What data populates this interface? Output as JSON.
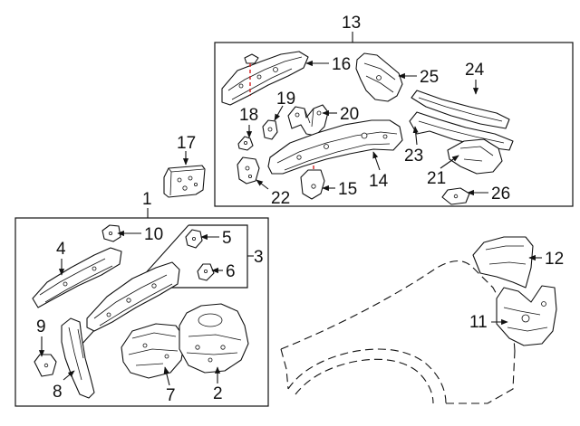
{
  "diagram": {
    "callouts": {
      "c1": "1",
      "c2": "2",
      "c3": "3",
      "c4": "4",
      "c5": "5",
      "c6": "6",
      "c7": "7",
      "c8": "8",
      "c9": "9",
      "c10": "10",
      "c11": "11",
      "c12": "12",
      "c13": "13",
      "c14": "14",
      "c15": "15",
      "c16": "16",
      "c17": "17",
      "c18": "18",
      "c19": "19",
      "c20": "20",
      "c21": "21",
      "c22": "22",
      "c23": "23",
      "c24": "24",
      "c25": "25",
      "c26": "26"
    },
    "colors": {
      "line": "#111111",
      "alignment_mark": "#d62020",
      "background": "#ffffff"
    }
  }
}
